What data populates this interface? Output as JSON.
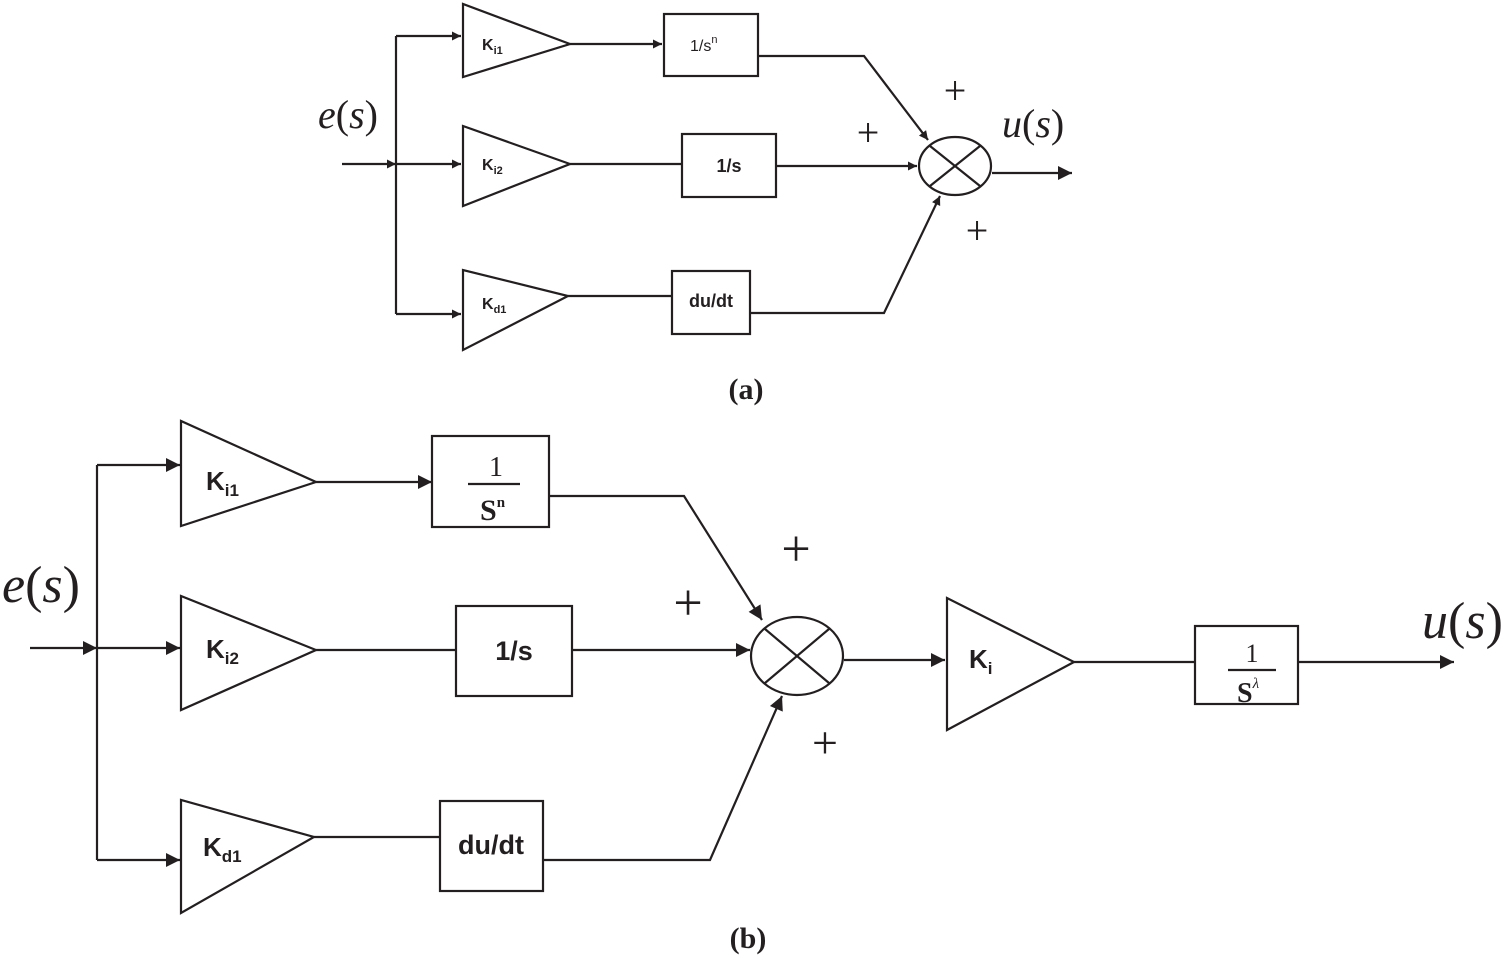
{
  "diagram_a": {
    "caption": "a",
    "input_var": "e",
    "input_arg": "s",
    "output_var": "u",
    "output_arg": "s",
    "gains": [
      {
        "main": "K",
        "sub": "i1"
      },
      {
        "main": "K",
        "sub": "i2"
      },
      {
        "main": "K",
        "sub": "d1"
      }
    ],
    "blocks": {
      "top_base": "1/s",
      "top_sup": "n",
      "middle": "1/s",
      "bottom": "du/dt"
    },
    "signs": [
      "+",
      "+",
      "+"
    ]
  },
  "diagram_b": {
    "caption": "b",
    "input_var": "e",
    "input_arg": "s",
    "output_var": "u",
    "output_arg": "s",
    "gains": [
      {
        "main": "K",
        "sub": "i1"
      },
      {
        "main": "K",
        "sub": "i2"
      },
      {
        "main": "K",
        "sub": "d1"
      }
    ],
    "blocks": {
      "top_num": "1",
      "top_den": "S",
      "top_sup": "n",
      "middle": "1/s",
      "bottom": "du/dt"
    },
    "signs": [
      "+",
      "+",
      "+"
    ],
    "post_gain": {
      "main": "K",
      "sub": "i"
    },
    "final_block": {
      "num": "1",
      "den": "S",
      "sup": "λ"
    }
  },
  "colors": {
    "ink": "#231f20",
    "background": "#ffffff"
  }
}
